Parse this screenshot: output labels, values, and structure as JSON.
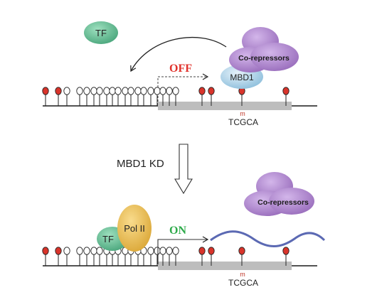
{
  "labels": {
    "tf_top": "TF",
    "corepressors_top": "Co-repressors",
    "mbd1": "MBD1",
    "off": "OFF",
    "methyl_top": "m",
    "motif_top": "TCGCA",
    "kd": "MBD1 KD",
    "corepressors_bottom": "Co-repressors",
    "pol2": "Pol II",
    "tf_bottom": "TF",
    "on": "ON",
    "methyl_bottom": "m",
    "motif_bottom": "TCGCA"
  },
  "colors": {
    "methylated_cpg": "#d9342b",
    "unmethylated_cpg": "#ffffff",
    "dna_line": "#1a1a1a",
    "gene_body": "#bdbdbd",
    "tf": "#5fb58e",
    "corepressor": "#a57bc4",
    "mbd1": "#a9cfe6",
    "pol2": "#e8b64a",
    "off_text": "#e0312b",
    "on_text": "#2eaa4a",
    "transcript": "#5b69b3"
  }
}
